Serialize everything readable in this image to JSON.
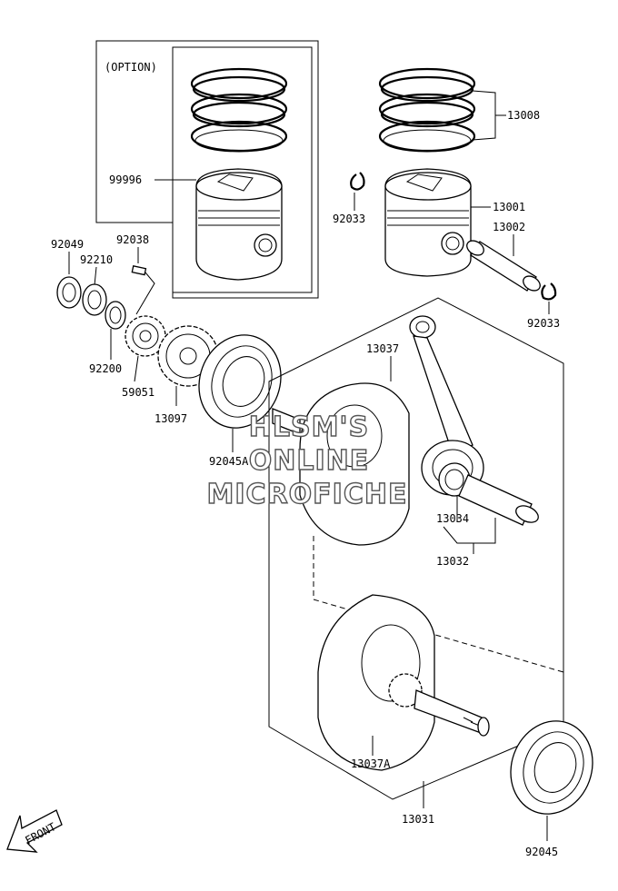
{
  "option_label": "(OPTION)",
  "watermark": [
    "HLSM'S",
    "ONLINE",
    "MICROFICHE"
  ],
  "front_label": "FRONT",
  "parts": {
    "p99996": "99996",
    "p13008": "13008",
    "p92033a": "92033",
    "p13001": "13001",
    "p13002": "13002",
    "p92033b": "92033",
    "p92049": "92049",
    "p92038": "92038",
    "p92210": "92210",
    "p92200": "92200",
    "p59051": "59051",
    "p13097": "13097",
    "p13037": "13037",
    "p92045a": "92045A",
    "p13034": "13034",
    "p13032": "13032",
    "p13037a": "13037A",
    "p13031": "13031",
    "p92045": "92045"
  }
}
